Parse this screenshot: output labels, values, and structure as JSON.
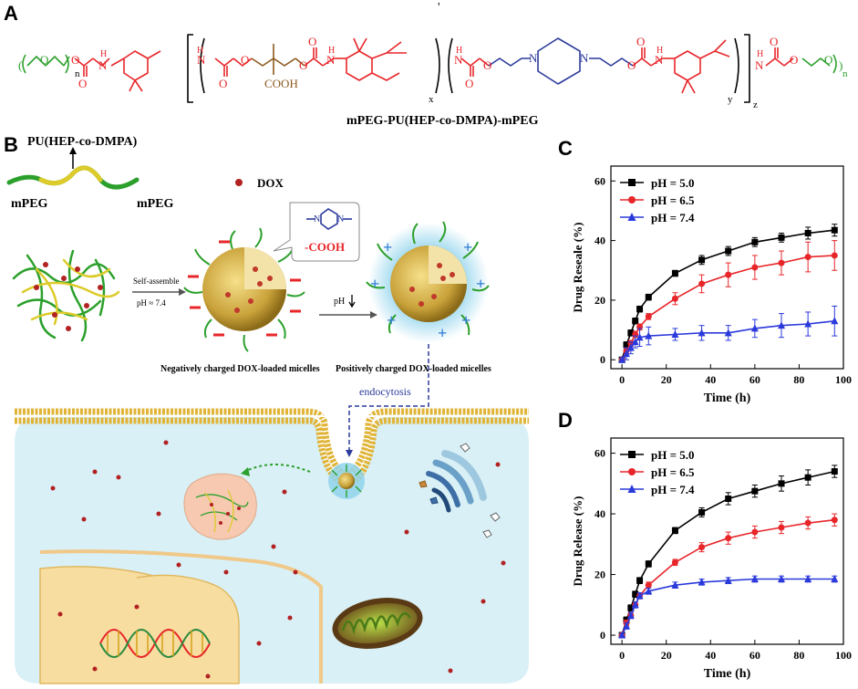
{
  "panels": {
    "A": "A",
    "B": "B",
    "C": "C",
    "D": "D"
  },
  "structure": {
    "caption": "mPEG-PU(HEP-co-DMPA)-mPEG",
    "subscripts": {
      "n_left": "n",
      "x": "x",
      "y": "y",
      "z": "z",
      "n_right": "n"
    },
    "cooh": "COOH",
    "prime": "'",
    "colors": {
      "peg": "#2ca02c",
      "ipdi": "#e8262a",
      "dmpa": "#8c5a1e",
      "hep": "#2b3a9b",
      "black": "#000000"
    }
  },
  "schematic": {
    "polymer_label": "PU(HEP-co-DMPA)",
    "mpeg_left": "mPEG",
    "mpeg_right": "mPEG",
    "dox_label": "DOX",
    "self_assemble": "Self-assemble",
    "ph_74": "pH ≈ 7.4",
    "ph_down": "pH",
    "cooh_label": "-COOH",
    "neg_caption": "Negatively charged DOX-loaded micelles",
    "pos_caption": "Positively charged DOX-loaded micelles",
    "endocytosis": "endocytosis",
    "colors": {
      "cell_fill": "#d9f0f6",
      "membrane": "#e0b437",
      "dox": "#b22222",
      "nucleus": "#f7dda0"
    }
  },
  "chart_data": [
    {
      "type": "line",
      "panel": "C",
      "x": [
        0,
        2,
        4,
        6,
        8,
        12,
        24,
        36,
        48,
        60,
        72,
        84,
        96
      ],
      "series": [
        {
          "name": "pH = 5.0",
          "color": "#000000",
          "marker": "square",
          "values": [
            0,
            5,
            9,
            13,
            17,
            21,
            29,
            33.5,
            36.5,
            39.5,
            41,
            42.5,
            43.5
          ],
          "errors": [
            0.5,
            1,
            1,
            1,
            1,
            1,
            1,
            1.5,
            1.5,
            1.5,
            1.5,
            2,
            2
          ]
        },
        {
          "name": "pH = 6.5",
          "color": "#e8262a",
          "marker": "circle",
          "values": [
            0,
            3,
            5.5,
            8.5,
            11,
            14.5,
            20.5,
            25.5,
            28.5,
            31,
            32.5,
            34.5,
            35
          ],
          "errors": [
            0.5,
            1,
            1,
            1,
            1,
            1,
            2,
            3,
            4,
            4,
            4,
            5,
            5
          ]
        },
        {
          "name": "pH = 7.4",
          "color": "#2b3adb",
          "marker": "triangle",
          "values": [
            0,
            2,
            4,
            6,
            7.5,
            8,
            8.5,
            9,
            9,
            10.5,
            11.5,
            12,
            13
          ],
          "errors": [
            0.5,
            2,
            2,
            2,
            3,
            3,
            2,
            2.5,
            2.5,
            3,
            4,
            4,
            5
          ]
        }
      ],
      "xlabel": "Time (h)",
      "ylabel": "Drug Reseale (%)",
      "xlim": [
        -5,
        100
      ],
      "ylim": [
        -3,
        65
      ],
      "xticks": [
        0,
        20,
        40,
        60,
        80,
        100
      ],
      "yticks": [
        0,
        20,
        40,
        60
      ],
      "legend": "top-left",
      "grid": false
    },
    {
      "type": "line",
      "panel": "D",
      "x": [
        0,
        2,
        4,
        6,
        8,
        12,
        24,
        36,
        48,
        60,
        72,
        84,
        96
      ],
      "series": [
        {
          "name": "pH = 5.0",
          "color": "#000000",
          "marker": "square",
          "values": [
            0,
            5,
            9,
            13.5,
            18,
            23.5,
            34.5,
            40.5,
            45,
            47.5,
            50,
            52,
            54
          ],
          "errors": [
            0.5,
            1,
            1,
            1,
            1,
            1,
            1,
            1.5,
            2,
            2,
            2.5,
            2.5,
            2
          ]
        },
        {
          "name": "pH = 6.5",
          "color": "#e8262a",
          "marker": "circle",
          "values": [
            0,
            4,
            6.5,
            10,
            13,
            16.5,
            24,
            29,
            32,
            34,
            35.5,
            37,
            38
          ],
          "errors": [
            0.5,
            1,
            1,
            1,
            1,
            1,
            1,
            1.5,
            2,
            2,
            2,
            2,
            2
          ]
        },
        {
          "name": "pH = 7.4",
          "color": "#2b3adb",
          "marker": "triangle",
          "values": [
            0,
            3,
            6.5,
            10,
            13,
            14.5,
            16.5,
            17.5,
            18,
            18.5,
            18.5,
            18.5,
            18.5
          ],
          "errors": [
            0.5,
            1,
            1,
            1,
            1,
            1,
            1,
            1,
            1,
            1,
            1,
            1,
            1
          ]
        }
      ],
      "xlabel": "Time (h)",
      "ylabel": "Drug Release (%)",
      "xlim": [
        -5,
        100
      ],
      "ylim": [
        -3,
        65
      ],
      "xticks": [
        0,
        20,
        40,
        60,
        80,
        100
      ],
      "yticks": [
        0,
        20,
        40,
        60
      ],
      "legend": "top-left",
      "grid": false
    }
  ]
}
